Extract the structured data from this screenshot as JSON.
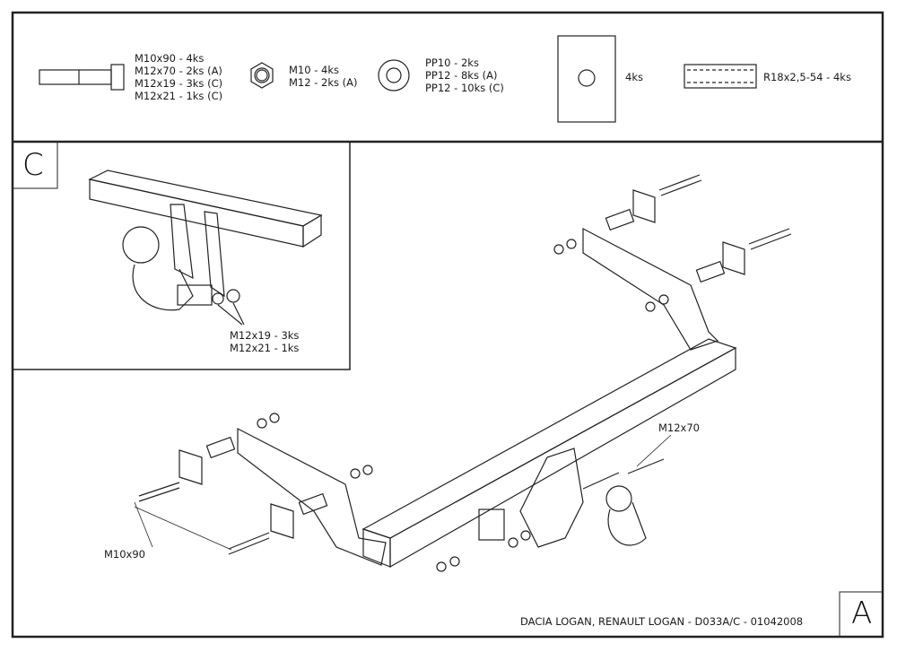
{
  "parts": {
    "bolts": [
      "M10x90 - 4ks",
      "M12x70 - 2ks (A)",
      "M12x19 - 3ks (C)",
      "M12x21 - 1ks (C)"
    ],
    "nuts": [
      "M10 - 4ks",
      "M12 - 2ks (A)"
    ],
    "washers": [
      "PP10 - 2ks",
      "PP12 - 8ks (A)",
      "PP12 - 10ks (C)"
    ],
    "plates": "4ks",
    "spacers": "R18x2,5-54 - 4ks"
  },
  "detail_c": {
    "label": "C",
    "callout": [
      "M12x19 - 3ks",
      "M12x21 - 1ks"
    ]
  },
  "main_view": {
    "label": "A",
    "callout_m12x70": "M12x70",
    "callout_m10x90": "M10x90"
  },
  "title_block": "DACIA LOGAN, RENAULT LOGAN - D033A/C - 01042008"
}
